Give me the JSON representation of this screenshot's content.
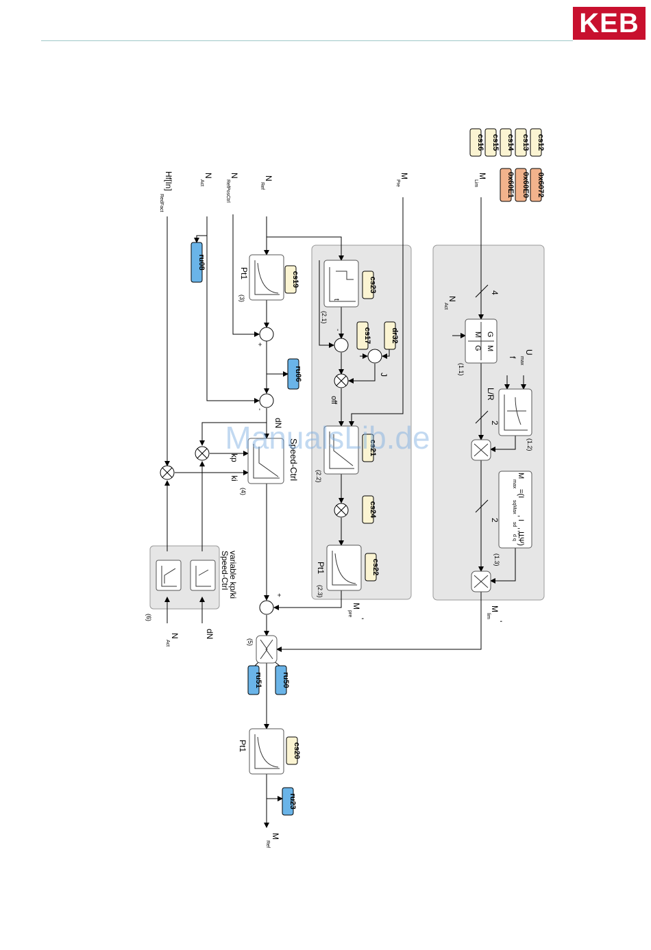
{
  "header": {
    "brand": "KEB",
    "watermark": "ManualsLib.de"
  },
  "colors": {
    "brand_red": "#c8102e",
    "param_blue": "#6ab4e8",
    "param_orange": "#f2b38c",
    "param_yellow": "#fbf4d2",
    "group_gray": "#e6e6e6"
  },
  "signals": {
    "n_ref": "N",
    "n_ref_sub": "Ref",
    "n_ref_pos_ctrl": "N",
    "n_ref_pos_ctrl_sub": "RefPosCtrl",
    "n_act": "N",
    "n_act_sub": "Act",
    "hf_in": "Hf[In]",
    "hf_in_sub": "RedFact",
    "m_pre": "M",
    "m_pre_sub": "Pre",
    "m_lim": "M",
    "m_lim_sub": "Lim",
    "m_pre_prime": "M",
    "m_pre_prime_sub": "pre",
    "prime": "'",
    "m_lim_prime": "M",
    "m_lim_prime_sub": "lim",
    "m_ref": "M",
    "m_ref_sub": "Ref",
    "n_act_block": "N",
    "n_act_block_sub": "Act",
    "n_act_var": "N",
    "n_act_var_sub": "Act",
    "dn_input": "dN",
    "u_max": "U",
    "u_max_sub": "max",
    "mmax_formula": "M",
    "mmax_sub": "max",
    "mmax_rest": "=(I",
    "mmax_sub2": "sqMax",
    "mmax_tail": ", I",
    "mmax_sub3": "sd",
    "mmax_tail2": ", L",
    "mmax_sub4": "d",
    "mmax_tail3": ", L",
    "mmax_sub5": "q",
    "mmax_tail4": ", Ψ)"
  },
  "labels": {
    "pt1_a": "Pt1",
    "pt1_b": "Pt1",
    "pt1_c": "Pt1",
    "speed_ctrl": "Speed-Ctrl",
    "variable_kp_ki_1": "variable kp/ki",
    "variable_kp_ki_2": "Speed-Ctrl",
    "kp": "kp",
    "ki": "ki",
    "dn": "dN",
    "off": "off",
    "j": "J",
    "f": "f",
    "lr": "L/R",
    "t": "t",
    "g1": "G",
    "m1": "M",
    "m2": "M",
    "g2": "G",
    "plus": "+",
    "minus": "-",
    "slash_4": "4",
    "slash_2a": "2",
    "slash_2b": "2"
  },
  "refs": {
    "r1": "(1.1)",
    "r12": "(1.2)",
    "r13": "(1.3)",
    "r21": "(2.1)",
    "r22": "(2.2)",
    "r23": "(2.3)",
    "r3": "(3)",
    "r4": "(4)",
    "r5": "(5)",
    "r6": "(6)"
  },
  "params": {
    "cs12": "cs12",
    "cs13": "cs13",
    "cs14": "cs14",
    "cs15": "cs15",
    "cs16": "cs16",
    "x6072": "0x6072",
    "x60e0": "0x60E0",
    "x60e1": "0x60E1",
    "cs19": "cs19",
    "cs23": "cs23",
    "cs17": "cs17",
    "dr32": "dr32",
    "cs21": "cs21",
    "cs24": "cs24",
    "cs22": "cs22",
    "cs20": "cs20",
    "ru08": "ru08",
    "ru06": "ru06",
    "ru51": "ru51",
    "ru50": "ru50",
    "ru23": "ru23"
  }
}
